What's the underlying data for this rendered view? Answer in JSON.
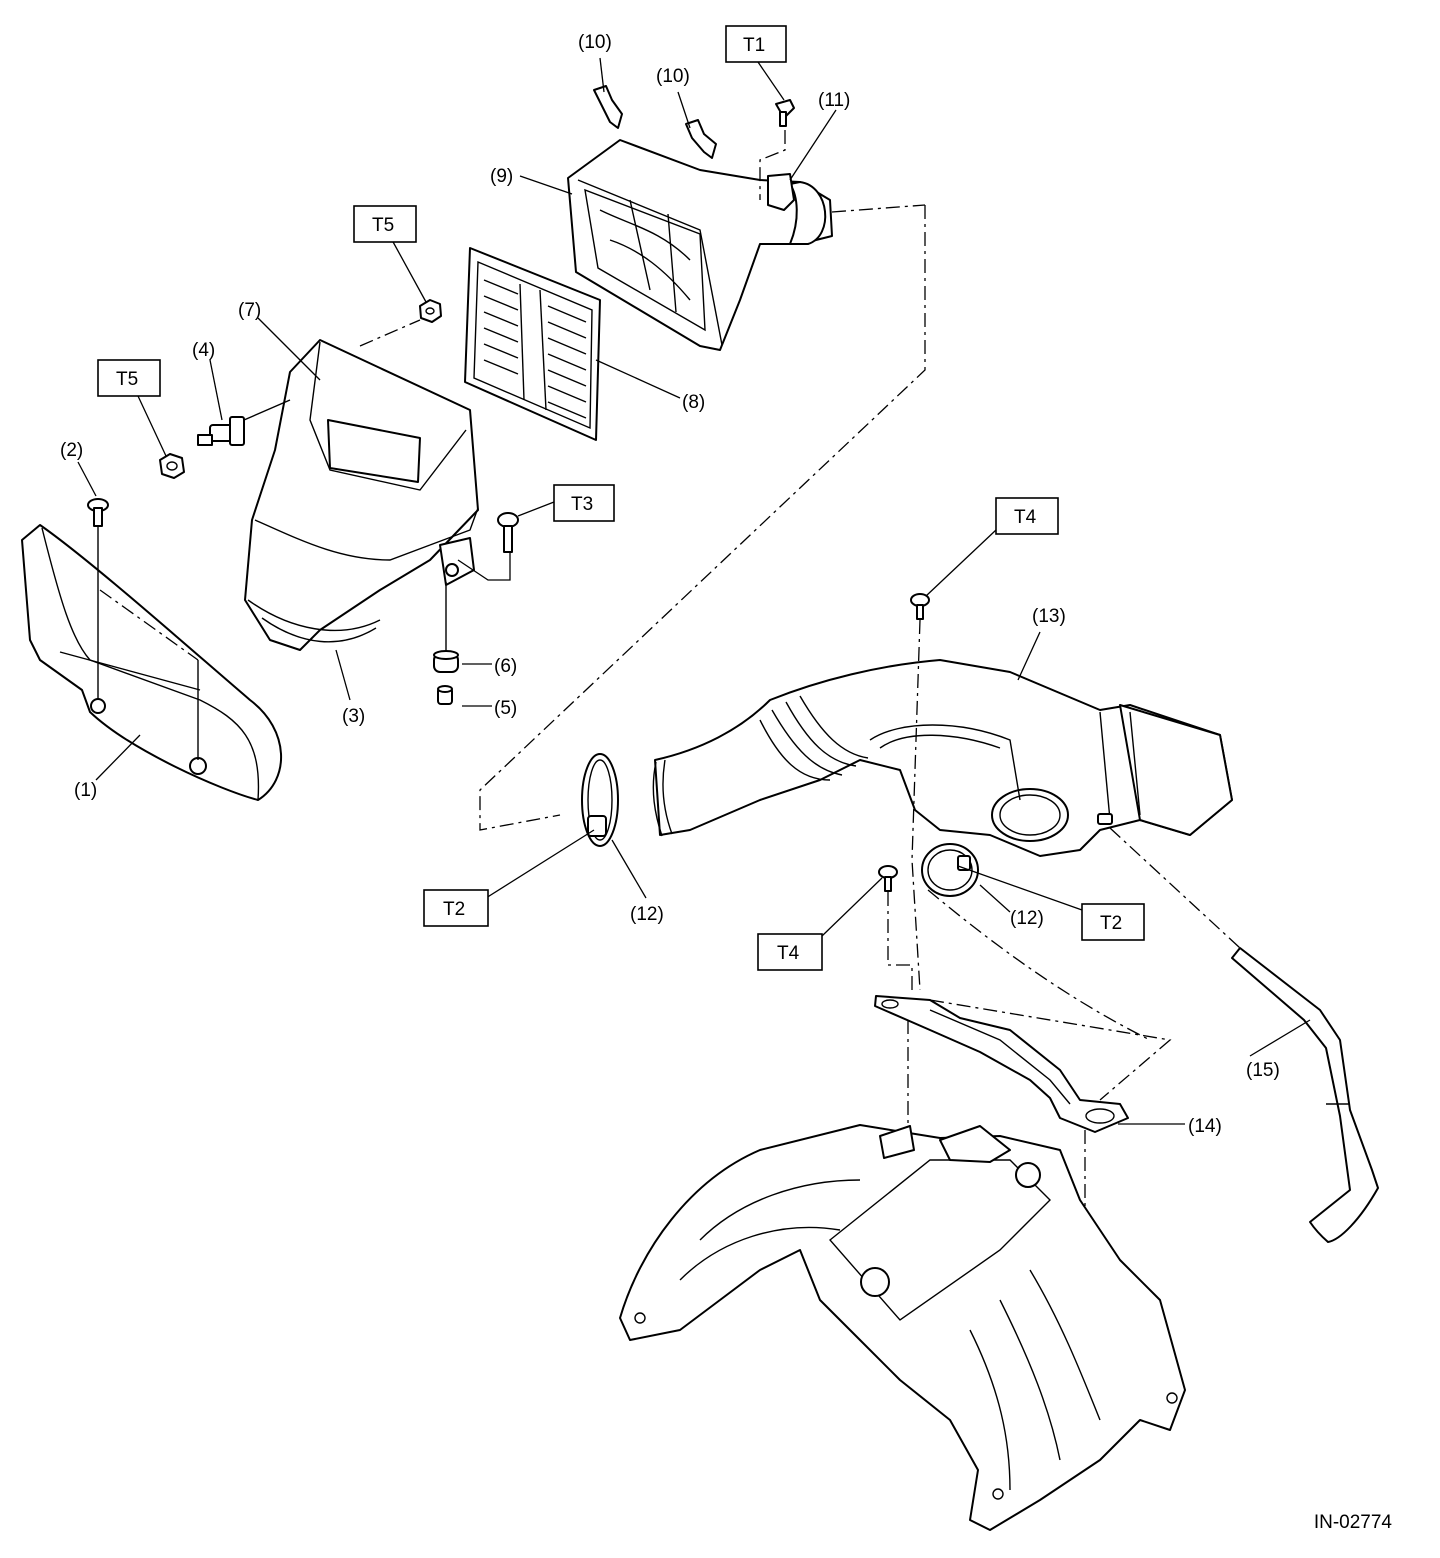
{
  "callouts": {
    "c1": "(1)",
    "c2": "(2)",
    "c3": "(3)",
    "c4": "(4)",
    "c5": "(5)",
    "c6": "(6)",
    "c7": "(7)",
    "c8": "(8)",
    "c9": "(9)",
    "c10a": "(10)",
    "c10b": "(10)",
    "c11": "(11)",
    "c12a": "(12)",
    "c12b": "(12)",
    "c13": "(13)",
    "c14": "(14)",
    "c15": "(15)"
  },
  "torque_labels": {
    "t1": "T1",
    "t2a": "T2",
    "t2b": "T2",
    "t3": "T3",
    "t4a": "T4",
    "t4b": "T4",
    "t5a": "T5",
    "t5b": "T5"
  },
  "figure_id": "IN-02774"
}
